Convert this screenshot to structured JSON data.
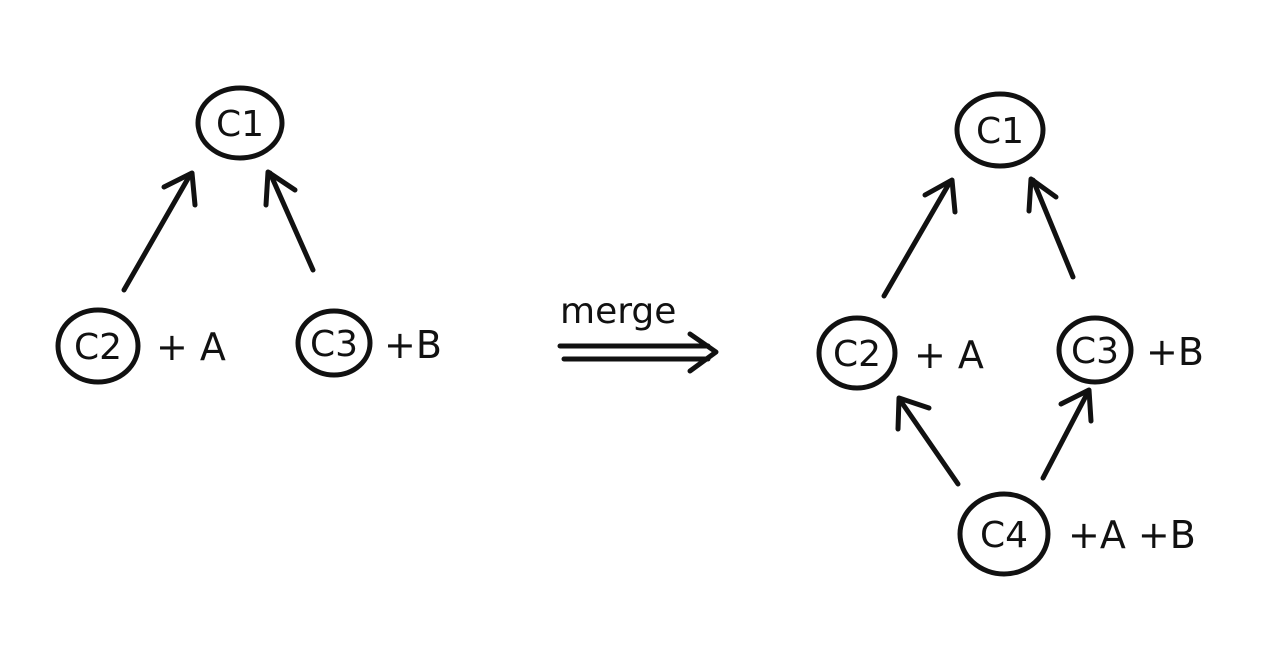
{
  "left": {
    "c1": {
      "label": "C1"
    },
    "c2": {
      "label": "C2",
      "delta": "+ A"
    },
    "c3": {
      "label": "C3",
      "delta": "+B"
    }
  },
  "operation": {
    "label": "merge"
  },
  "right": {
    "c1": {
      "label": "C1"
    },
    "c2": {
      "label": "C2",
      "delta": "+ A"
    },
    "c3": {
      "label": "C3",
      "delta": "+B"
    },
    "c4": {
      "label": "C4",
      "delta": "+A +B"
    }
  }
}
